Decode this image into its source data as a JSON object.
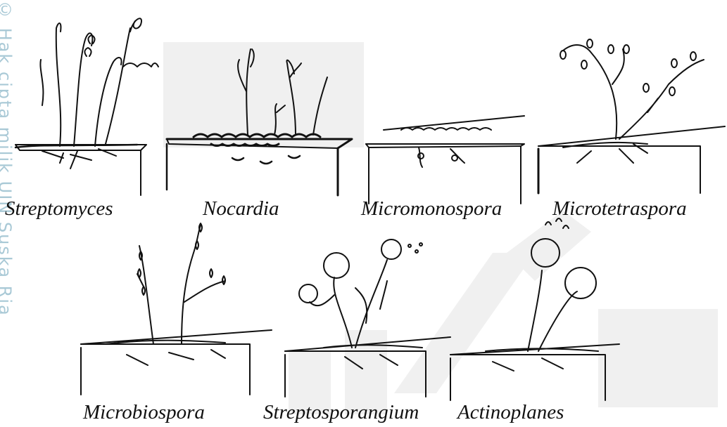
{
  "watermark": {
    "copyright_text": "© Hak cipta milik UIN Suska Ria",
    "background_logo": "uin-suska-logo-watermark"
  },
  "specimens": [
    {
      "label": "Streptomyces"
    },
    {
      "label": "Nocardia"
    },
    {
      "label": "Micromonospora"
    },
    {
      "label": "Microtetraspora"
    },
    {
      "label": "Microbiospora"
    },
    {
      "label": "Streptosporangium"
    },
    {
      "label": "Actinoplanes"
    }
  ],
  "colors": {
    "ink": "#111111",
    "watermark": "#a9c9d6",
    "logo": "#f1f1f1"
  }
}
